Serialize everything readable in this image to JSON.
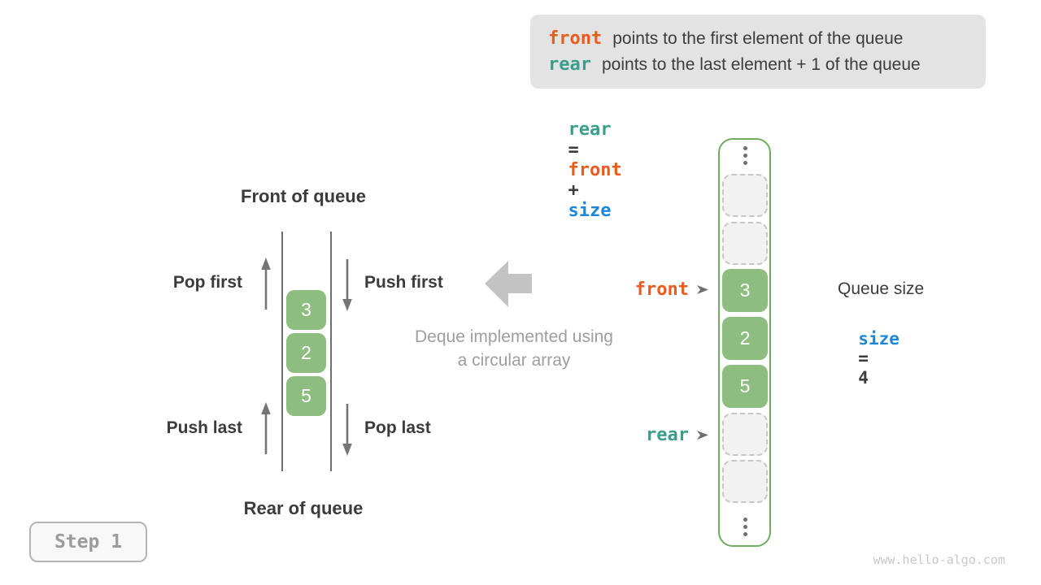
{
  "legend": {
    "front_token": "front",
    "front_desc": "points to the first element of the queue",
    "rear_token": "rear",
    "rear_desc": "points to the last element + 1 of the queue"
  },
  "formula": {
    "rear": "rear",
    "eq": "=",
    "front": "front",
    "plus": "+",
    "size": "size"
  },
  "deque": {
    "front_label": "Front of queue",
    "rear_label": "Rear of queue",
    "pop_first": "Pop first",
    "push_first": "Push first",
    "push_last": "Push last",
    "pop_last": "Pop last",
    "values": [
      "3",
      "2",
      "5"
    ]
  },
  "caption": {
    "line1": "Deque implemented using",
    "line2": "a circular array"
  },
  "array": {
    "front_pointer": "front",
    "rear_pointer": "rear",
    "cells": [
      {
        "type": "empty",
        "value": ""
      },
      {
        "type": "empty",
        "value": ""
      },
      {
        "type": "filled",
        "value": "3"
      },
      {
        "type": "filled",
        "value": "2"
      },
      {
        "type": "filled",
        "value": "5"
      },
      {
        "type": "empty",
        "value": ""
      },
      {
        "type": "empty",
        "value": ""
      }
    ]
  },
  "queue_size": {
    "label": "Queue size",
    "size_token": "size",
    "eq": "=",
    "value": "4"
  },
  "step_badge": {
    "label": "Step 1"
  },
  "watermark": "www.hello-algo.com",
  "colors": {
    "front_orange": "#ea5b1e",
    "rear_teal": "#3a9e8d",
    "size_blue": "#1c87d4",
    "cell_green": "#8ebd80",
    "frame_green": "#6fac5f",
    "legend_bg": "#e3e3e3",
    "gray_text": "#9e9e9e",
    "arrow_gray": "#757575",
    "block_arrow_gray": "#c3c3c3",
    "dark_text": "#3c3c3c"
  }
}
